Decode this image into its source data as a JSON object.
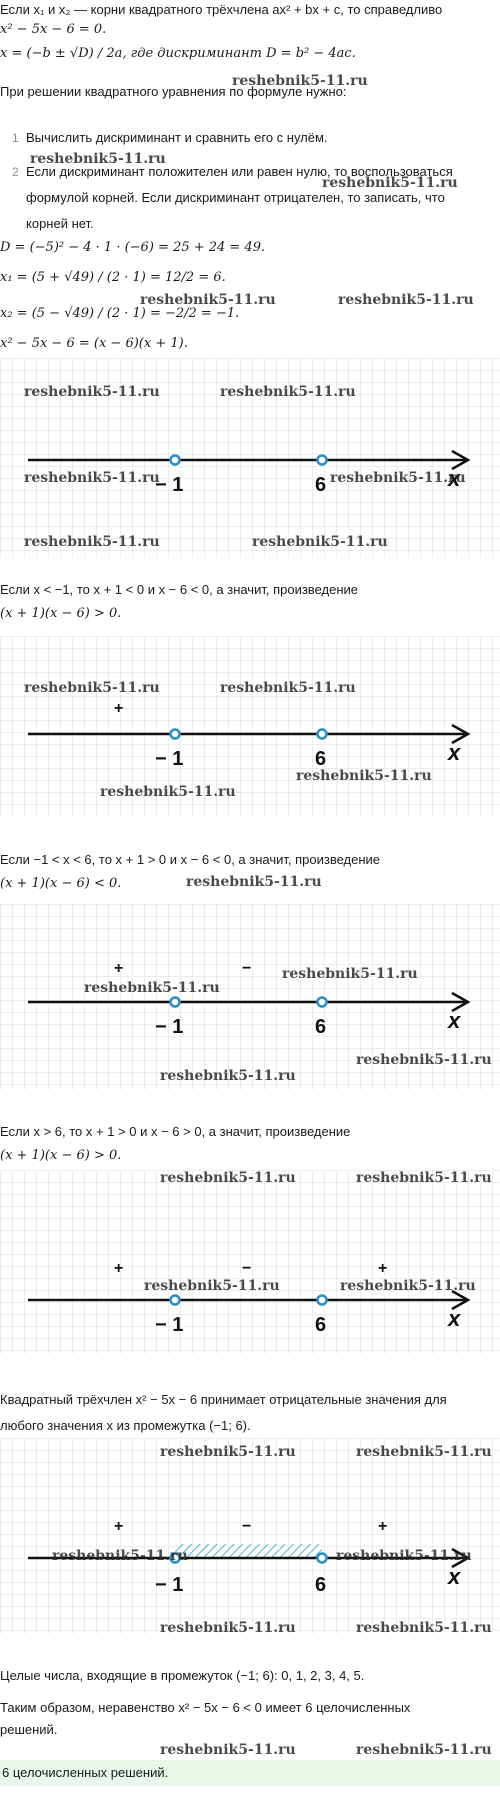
{
  "intro": {
    "line1": "Если x₁ и x₂ — корни квадратного трёхчлена ax² + bx + c, то справедливо",
    "line2": "x² − 5x − 6 = 0.",
    "line3": "x = (−b ± √D) / 2a, где дискриминант D = b² − 4ac.",
    "line4": "При решении квадратного уравнения по формуле нужно:"
  },
  "steps": [
    {
      "num": "1",
      "text": "Вычислить дискриминант и сравнить его с нулём."
    },
    {
      "num": "2",
      "text1": "Если дискриминант положителен или равен нулю, то воспользоваться",
      "text2": "формулой корней. Если дискриминант отрицателен, то записать, что",
      "text3": "корней нет."
    }
  ],
  "calc": {
    "d": "D = (−5)² − 4 · 1 · (−6) = 25 + 24 = 49.",
    "x1": "x₁ = (5 + √49) / (2 · 1) = 12/2 = 6.",
    "x2": "x₂ = (5 − √49) / (2 · 1) = −2/2 = −1.",
    "factor": "x² − 5x − 6 = (x − 6)(x + 1)."
  },
  "axis": {
    "label": "x",
    "left_point": "− 1",
    "right_point": "6"
  },
  "case1": {
    "line1": "Если x < −1, то x + 1 < 0 и x − 6 < 0, а значит, произведение",
    "line2": "(x + 1)(x − 6) > 0.",
    "sign": "+"
  },
  "case2": {
    "line1": "Если −1 < x < 6, то x + 1 > 0 и x − 6 < 0, а значит, произведение",
    "line2": "(x + 1)(x − 6) < 0.",
    "sign": "−"
  },
  "case3": {
    "line1": "Если x > 6, то x + 1 > 0 и x − 6 > 0, а значит, произведение",
    "line2": "(x + 1)(x − 6) > 0.",
    "sign": "+"
  },
  "conclusion": {
    "line1": "Квадратный трёхчлен x² − 5x − 6 принимает отрицательные значения для",
    "line2": "любого значения x из промежутка (−1; 6).",
    "integers": "Целые числа, входящие в промежуток (−1; 6): 0, 1, 2, 3, 4, 5.",
    "final1": "Таким образом, неравенство x² − 5x − 6 < 0 имеет 6 целочисленных",
    "final2": "решений.",
    "answer": "6 целочисленных решений."
  },
  "watermark": "reshebnik5-11.ru",
  "colors": {
    "point": "#2a8fc9",
    "hatch": "#4fb3d9",
    "answer_bg": "#e8f7ea"
  }
}
